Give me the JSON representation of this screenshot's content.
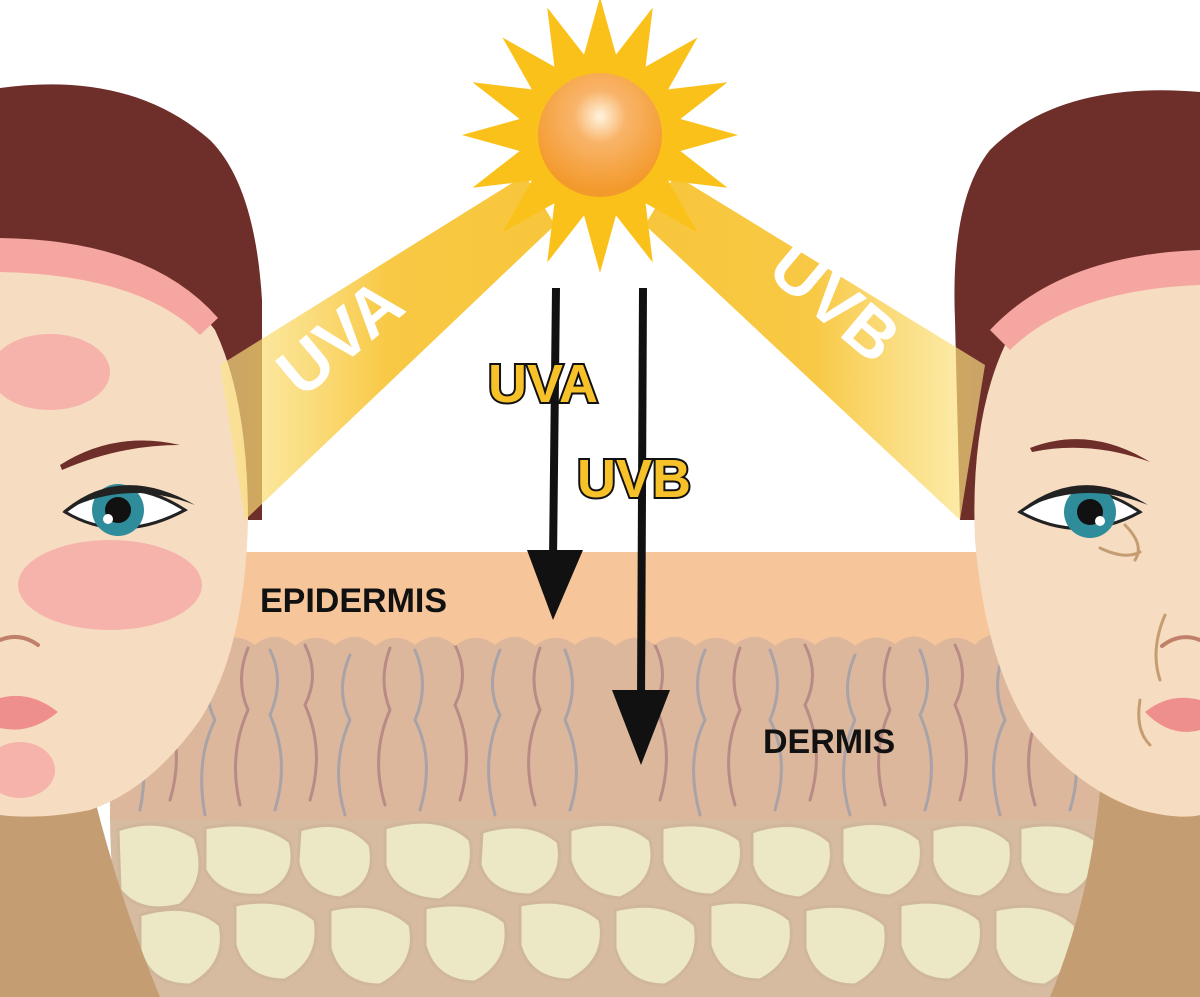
{
  "labels": {
    "beam_left": "UVA",
    "beam_right": "UVB",
    "arrow_short": "UVA",
    "arrow_long": "UVB",
    "epidermis": "EPIDERMIS",
    "dermis": "DERMIS"
  },
  "colors": {
    "beam": "#f7c12a",
    "sun_rays": "#fbc11b",
    "sun_core": "#f7a133",
    "epidermis": "#f6c59a",
    "dermis": "#dcb79c",
    "fat_cells": "#ece8c6",
    "hair": "#6e2e2a",
    "skin": "#f6dcc0"
  },
  "icons": [
    "sun-icon",
    "young-face-icon",
    "aged-face-icon",
    "down-arrow-icon"
  ]
}
